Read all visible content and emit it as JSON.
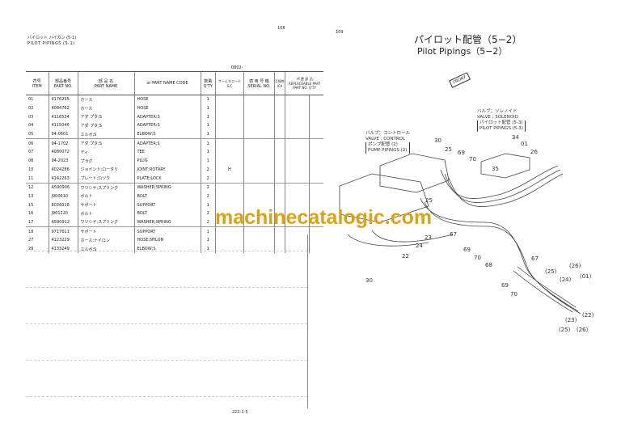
{
  "left_page": {
    "page_number": "108",
    "title_jp": "パイロット ハイカン (5-1)",
    "title_en": "PILOT PIPINGS (5-1)",
    "serial_note": "0802-",
    "footer": "222-1-5",
    "headers": {
      "item_jp": "符号",
      "item": "ITEM",
      "partno_jp": "部品番号",
      "partno": "PART NO.",
      "name_jp": "部 品 名",
      "name": "PART NAME",
      "or": "or",
      "name_code": "PART NAME CODE",
      "qty_jp": "数量",
      "qty": "Q'TY",
      "sc_jp": "サービスコード",
      "sc": "S.C",
      "serial_jp": "適 用 号 機",
      "serial": "SERIAL NO.",
      "ica_jp": "互換性",
      "ica": "ICA",
      "repl_jp": "代 替 部 品",
      "repl": "REPLACEABLE PART",
      "repl_partno": "PART NO.",
      "repl_qty": "Q'TY"
    },
    "rows": [
      {
        "item": "01",
        "part_no": "4176295",
        "name_jp": "ホース",
        "name": "HOSE",
        "qty": "1",
        "sc": ""
      },
      {
        "item": "02",
        "part_no": "4084762",
        "name_jp": "ホース",
        "name": "HOSE",
        "qty": "1",
        "sc": ""
      },
      {
        "item": "03",
        "part_no": "4116534",
        "name_jp": "アダ プタ;S",
        "name": "ADAPTER;S",
        "qty": "1",
        "sc": ""
      },
      {
        "item": "04",
        "part_no": "4115046",
        "name_jp": "アダ プタ;S",
        "name": "ADAPTER;S",
        "qty": "1",
        "sc": ""
      },
      {
        "item": "05",
        "part_no": "94-0601",
        "name_jp": "エルボ;S",
        "name": "ELBOW;S",
        "qty": "1",
        "sc": ""
      },
      {
        "item": "06",
        "part_no": "94-1702",
        "name_jp": "アダ プタ;S",
        "name": "ADAPTER;S",
        "qty": "1",
        "sc": ""
      },
      {
        "item": "07",
        "part_no": "4080072",
        "name_jp": "ティ",
        "name": "TEE",
        "qty": "1",
        "sc": ""
      },
      {
        "item": "08",
        "part_no": "94-2023",
        "name_jp": "プラグ",
        "name": "PLUG",
        "qty": "1",
        "sc": ""
      },
      {
        "item": "10",
        "part_no": "4024286",
        "name_jp": "ジョイント;ロータリ",
        "name": "JOINT;ROTARY",
        "qty": "2",
        "sc": "H"
      },
      {
        "item": "11",
        "part_no": "4142263",
        "name_jp": "プレート;ロツク",
        "name": "PLATE;LOCK",
        "qty": "2",
        "sc": ""
      },
      {
        "item": "12",
        "part_no": "A590906",
        "name_jp": "ワツシヤ;スプリング",
        "name": "WASHER;SPRING",
        "qty": "2",
        "sc": ""
      },
      {
        "item": "13",
        "part_no": "J900610",
        "name_jp": "ボルト",
        "name": "BOLT",
        "qty": "2",
        "sc": ""
      },
      {
        "item": "15",
        "part_no": "8026018",
        "name_jp": "サポート",
        "name": "SUPPORT",
        "qty": "1",
        "sc": ""
      },
      {
        "item": "16",
        "part_no": "J901220",
        "name_jp": "ボルト",
        "name": "BOLT",
        "qty": "2",
        "sc": ""
      },
      {
        "item": "17",
        "part_no": "A590912",
        "name_jp": "ワツシヤ;スプリング",
        "name": "WASHER;SPRING",
        "qty": "2",
        "sc": ""
      },
      {
        "item": "18",
        "part_no": "9717611",
        "name_jp": "サポート",
        "name": "SUPPORT",
        "qty": "1",
        "sc": ""
      },
      {
        "item": "27",
        "part_no": "4123229",
        "name_jp": "ホース;ナイロン",
        "name": "HOSE;NYLON",
        "qty": "1",
        "sc": ""
      },
      {
        "item": "29",
        "part_no": "4133249",
        "name_jp": "エルボ;S",
        "name": "ELBOW;S",
        "qty": "1",
        "sc": ""
      }
    ]
  },
  "right_page": {
    "page_number": "109",
    "title_jp": "パイロット配管（5−2）",
    "title_en": "Pilot Pipings（5−2）",
    "front_label": "FRONT",
    "solenoid": [
      "バルブ；ソレノイド",
      "VALVE ; SOLENOID",
      "パイロット配管 (5-3)",
      "PILOT PIPINGS (5-3)"
    ],
    "control": [
      "バルブ；コントロール",
      "VALVE ; CONTROL",
      "ポンプ配管 (2)",
      "PUMP PIPINGS (2)"
    ],
    "callouts": [
      "30",
      "25",
      "69",
      "70",
      "34",
      "01",
      "26",
      "35",
      "25",
      "67",
      "30",
      "23",
      "24",
      "22",
      "69",
      "70",
      "68",
      "67",
      "(25)",
      "(26)",
      "(24)",
      "(01)",
      "69",
      "70",
      "(23)",
      "(22)",
      "(25)",
      "(26)"
    ]
  },
  "watermark": "machinecatalogic.com"
}
